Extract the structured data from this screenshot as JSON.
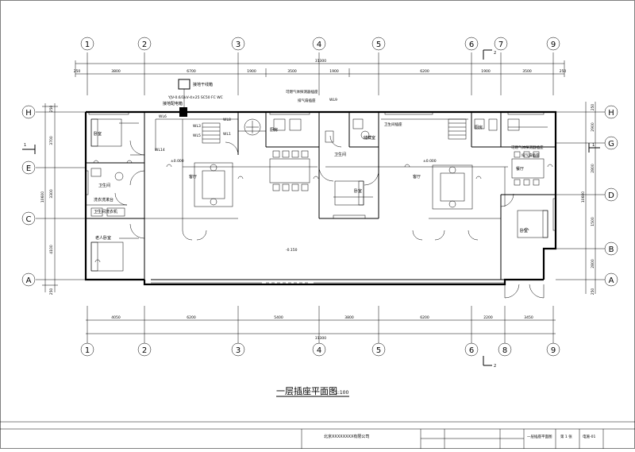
{
  "drawing": {
    "title": "一层插座平面图",
    "scale": "1:100",
    "section_marks": [
      "1",
      "1",
      "2",
      "2"
    ]
  },
  "grid": {
    "columns_top": [
      "1",
      "2",
      "3",
      "4",
      "5",
      "6",
      "7",
      "9"
    ],
    "columns_bottom": [
      "1",
      "2",
      "3",
      "4",
      "5",
      "6",
      "8",
      "9"
    ],
    "rows_left": [
      "H",
      "E",
      "C",
      "A"
    ],
    "rows_right": [
      "H",
      "G",
      "D",
      "B",
      "A"
    ]
  },
  "dimensions": {
    "top_total": "31300",
    "top_segments": [
      "250",
      "3800",
      "6700",
      "1900",
      "3500",
      "1900",
      "6200",
      "1900",
      "3500",
      "250"
    ],
    "bottom_total": "31300",
    "bottom_segments": [
      "4050",
      "6200",
      "5400",
      "3800",
      "6200",
      "2200",
      "3450"
    ],
    "left_total": "10600",
    "left_segments": [
      "250",
      "3700",
      "3300",
      "4100",
      "250"
    ],
    "right_total": "10600",
    "right_segments": [
      "250",
      "2900",
      "2800",
      "1500",
      "2800",
      "250"
    ]
  },
  "rooms": {
    "bedroom_nw": "卧室",
    "bathroom_w": "卫生间",
    "sink_w": "洗衣洗漱台",
    "laundry_w": "卫生间洗衣机",
    "elder_room": "老人卧室",
    "living_left": "客厅",
    "living_right": "客厅",
    "kitchen_left": "厨房",
    "kitchen_right": "厨房",
    "bathroom_mid": "卫生间",
    "bedroom_mid": "卧室",
    "dining": "餐厅",
    "bedroom_east": "卧室",
    "utility": "储藏室",
    "elev_left": "±0.000",
    "elev_right": "±0.000",
    "elev_yard": "-0.150"
  },
  "annotations": {
    "panel_box": "接地干线箱",
    "cable_spec": "YJV-0.6/1kV-4×25 SC50 FC WC",
    "distribution_box": "接地配电箱",
    "kitchen_note_left": "可燃气体探测器插座",
    "kitchen_note_left2": "排气扇插座",
    "kitchen_note_right": "可燃气体探测器插座",
    "kitchen_note_right2": "排气扇插座",
    "mid_note": "卫生间插座",
    "circuits": [
      "WL6",
      "WL5",
      "WL8",
      "WL9",
      "WL14",
      "WL3",
      "WL1"
    ]
  },
  "title_block": {
    "company": "北京XXXXXXXX有限公司",
    "sheet_label": "第 1 张",
    "sheet_no": "电施-01",
    "drawing_name": "一层插座平面图"
  }
}
